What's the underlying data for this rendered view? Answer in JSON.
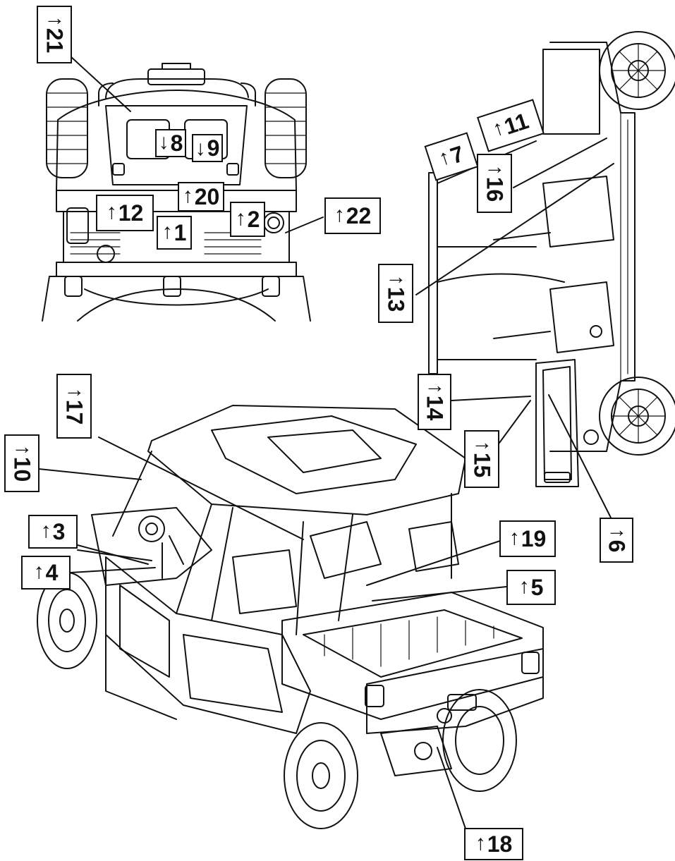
{
  "callouts": {
    "c1": {
      "number": "1",
      "arrow": "↑"
    },
    "c2": {
      "number": "2",
      "arrow": "↑"
    },
    "c3": {
      "number": "3",
      "arrow": "↑"
    },
    "c4": {
      "number": "4",
      "arrow": "↑"
    },
    "c5": {
      "number": "5",
      "arrow": "↑"
    },
    "c6": {
      "number": "6",
      "arrow": "↑"
    },
    "c7": {
      "number": "7",
      "arrow": "↑"
    },
    "c8": {
      "number": "8",
      "arrow": "↓"
    },
    "c9": {
      "number": "9",
      "arrow": "↓"
    },
    "c10": {
      "number": "10",
      "arrow": "↑"
    },
    "c11": {
      "number": "11",
      "arrow": "↑"
    },
    "c12": {
      "number": "12",
      "arrow": "↑"
    },
    "c13": {
      "number": "13",
      "arrow": "↑"
    },
    "c14": {
      "number": "14",
      "arrow": "↑"
    },
    "c15": {
      "number": "15",
      "arrow": "↑"
    },
    "c16": {
      "number": "16",
      "arrow": "↑"
    },
    "c17": {
      "number": "17",
      "arrow": "↑"
    },
    "c18": {
      "number": "18",
      "arrow": "↑"
    },
    "c19": {
      "number": "19",
      "arrow": "↑"
    },
    "c20": {
      "number": "20",
      "arrow": "↑"
    },
    "c21": {
      "number": "21",
      "arrow": "↑"
    },
    "c22": {
      "number": "22",
      "arrow": "↑"
    }
  },
  "colors": {
    "line": "#111111",
    "fill": "#ffffff",
    "shade": "#d9d9d9"
  }
}
